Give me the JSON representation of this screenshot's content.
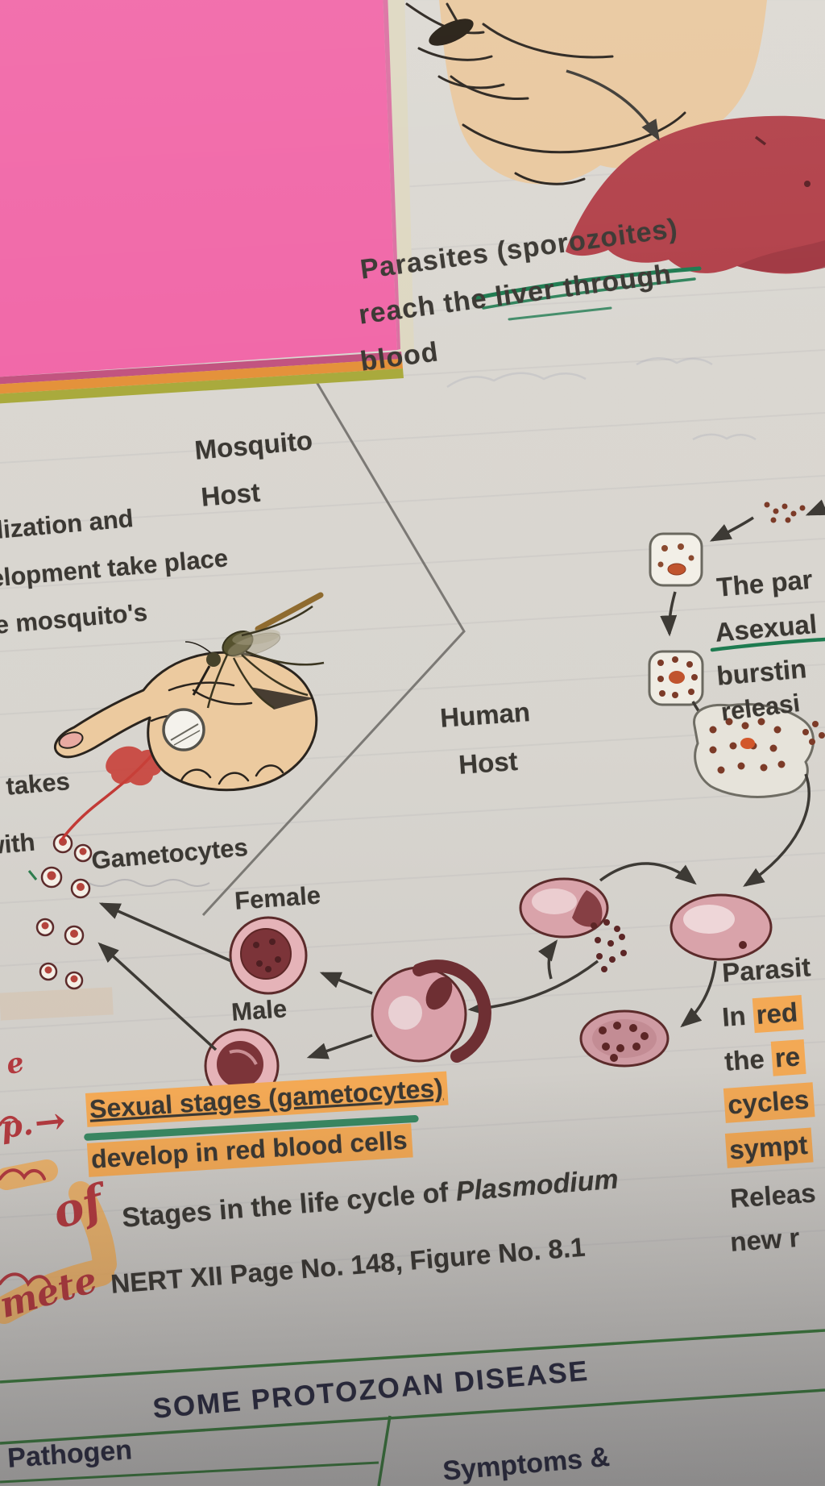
{
  "colors": {
    "note_pink": "#f168a8",
    "note_edge_dark": "#c2537f",
    "note_edge_orange": "#e4913a",
    "note_edge_olive": "#a9aa3c",
    "highlight_orange": "#f3a955",
    "underline_green": "#1e7b50",
    "table_line_green": "#3e7c3e",
    "liver_red": "#b2414a",
    "skin_tan": "#e9c89f",
    "cell_pink": "#d9a3aa",
    "cell_dark": "#6e2f33",
    "pen_red": "#b23a3f",
    "ink": "#3b3833"
  },
  "top_caption": {
    "line1": "Parasites (sporozoites)",
    "line2": "reach the liver through",
    "line3": "blood"
  },
  "mosquito_host": {
    "line1": "Mosquito",
    "line2": "Host"
  },
  "human_host": {
    "line1": "Human",
    "line2": "Host"
  },
  "left_margin_text": {
    "line1": "lization and",
    "line2": "elopment take place",
    "line3": "e mosquito's",
    "line4": "takes",
    "line5": "with"
  },
  "cycle_labels": {
    "gametocytes": "Gametocytes",
    "female": "Female",
    "male": "Male"
  },
  "liver_cycle": {
    "line1": "The par",
    "line2": "Asexual",
    "line3": "burstin",
    "line4": "releasi"
  },
  "rbc_cycle": [
    {
      "pre": "Parasit",
      "hl": ""
    },
    {
      "pre": "In ",
      "hl": "red"
    },
    {
      "pre": "the ",
      "hl": "re"
    },
    {
      "pre": "",
      "hl": "cycles"
    },
    {
      "pre": "",
      "hl": "sympt"
    },
    {
      "pre": "Releas",
      "hl": ""
    },
    {
      "pre": "new r",
      "hl": ""
    }
  ],
  "sexual_caption": {
    "line1": "Sexual stages (gametocytes)",
    "line2": "develop in red blood cells"
  },
  "figure_caption": {
    "text": "Stages in the life cycle of ",
    "species": "Plasmodium"
  },
  "figure_ref": "NERT XII Page No. 148, Figure No. 8.1",
  "red_pen": {
    "mark_e": "e",
    "mark_p": "p.",
    "arrow": "→",
    "mark_of": "of",
    "mark_mete": "mete"
  },
  "table": {
    "title": "SOME PROTOZOAN DISEASE",
    "header_col1": "Pathogen",
    "header_col2": "Symptoms &"
  }
}
